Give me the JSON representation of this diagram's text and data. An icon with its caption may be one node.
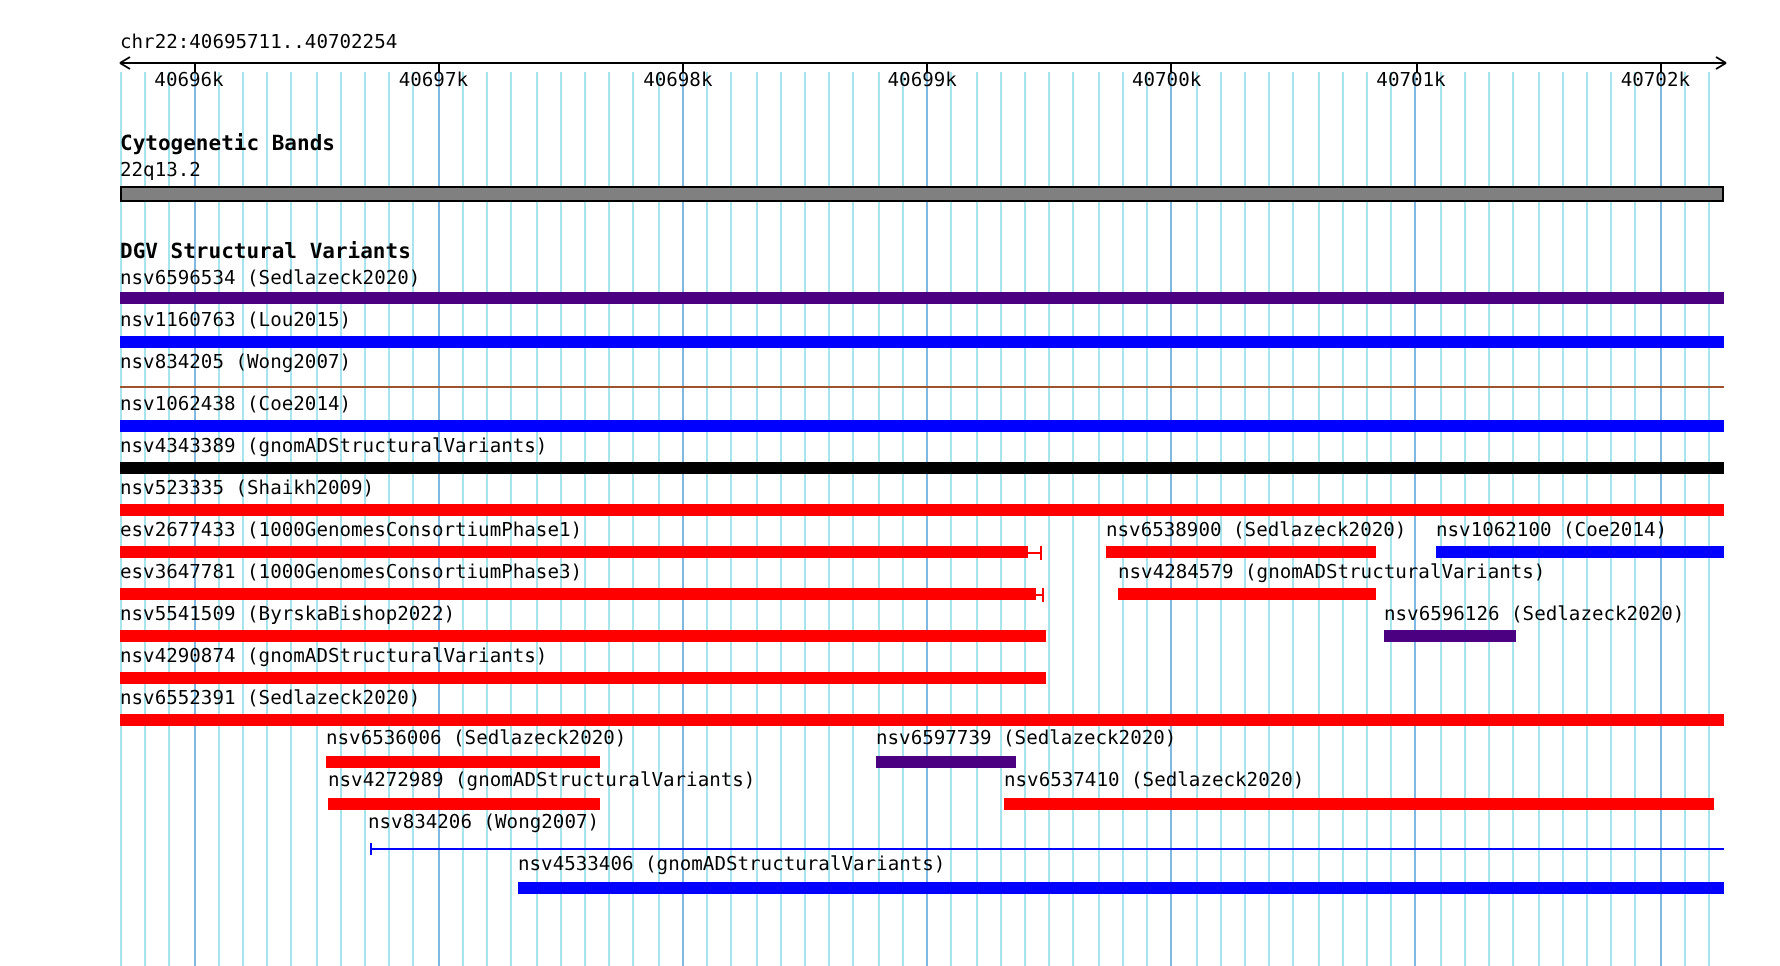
{
  "diagram": {
    "nodes": [
      {
        "text": [
          "22q13.2"
        ]
      },
      {
        "text": [
          "nsv6596534 (Sedlazeck2020)"
        ]
      },
      {
        "text": [
          "nsv1160763 (Lou2015)"
        ]
      },
      {
        "text": [
          "nsv834205 (Wong2007)"
        ]
      },
      {
        "text": [
          "nsv1062438 (Coe2014)"
        ]
      },
      {
        "text": [
          "nsv4343389 (gnomADStructuralVariants)"
        ]
      },
      {
        "text": [
          "nsv523335 (Shaikh2009)"
        ]
      },
      {
        "text": [
          "esv2677433 (1000GenomesConsortiumPhase1)"
        ]
      },
      {
        "text": [
          "nsv6538900 (Sedlazeck2020)"
        ]
      },
      {
        "text": [
          "nsv1062100 (Coe2014)"
        ]
      },
      {
        "text": [
          "esv3647781 (1000GenomesConsortiumPhase3)"
        ]
      },
      {
        "text": [
          "nsv4284579 (gnomADStructuralVariants)"
        ]
      },
      {
        "text": [
          "nsv5541509 (ByrskaBishop2022)"
        ]
      },
      {
        "text": [
          "nsv6596126 (Sedlazeck2020)"
        ]
      },
      {
        "text": [
          "nsv4290874 (gnomADStructuralVariants)"
        ]
      },
      {
        "text": [
          "nsv6552391 (Sedlazeck2020)"
        ]
      },
      {
        "text": [
          "nsv6536006 (Sedlazeck2020)"
        ]
      },
      {
        "text": [
          "nsv6597739 (Sedlazeck2020)"
        ]
      },
      {
        "text": [
          "nsv4272989 (gnomADStructuralVariants)"
        ]
      },
      {
        "text": [
          "nsv6537410 (Sedlazeck2020)"
        ]
      },
      {
        "text": [
          "nsv834206 (Wong2007)"
        ]
      },
      {
        "text": [
          "nsv4533406 (gnomADStructuralVariants)"
        ]
      }
    ],
    "labels": [
      "chr22:40695711..40702254",
      "40696k",
      "40697k",
      "40698k",
      "40699k",
      "40700k",
      "40701k",
      "40702k",
      "Cytogenetic Bands",
      "DGV Structural Variants"
    ]
  }
}
